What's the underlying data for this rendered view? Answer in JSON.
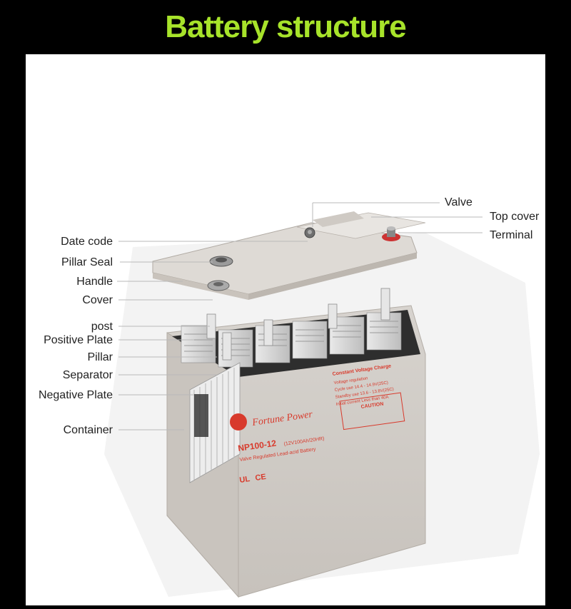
{
  "title": "Battery structure",
  "labels_left": [
    "Date code",
    "Pillar Seal",
    "Handle",
    "Cover",
    "post",
    "Positive Plate",
    "Pillar",
    "Separator",
    "Negative Plate",
    "Container"
  ],
  "labels_right": [
    "Valve",
    "Top cover",
    "Terminal"
  ],
  "battery": {
    "brand": "Fortune Power",
    "model": "NP100-12",
    "model_detail": "(12V100Ah/20HR)",
    "type": "Valve Regulated Lead-acid Battery",
    "spec_title": "Constant Voltage Charge",
    "spec_rows": [
      "Voltage regulation",
      "Cycle use       14.4 - 14.9V(25C)",
      "Standby use     13.6 - 13.8V(25C)",
      "Initial current  Less than 40A"
    ],
    "caution_title": "CAUTION",
    "cert_marks": [
      "UL",
      "CE"
    ]
  },
  "colors": {
    "title": "#a7e32a",
    "background": "#000000",
    "panel": "#ffffff",
    "accent_red": "#d83a2c",
    "leader": "#b9b9b9"
  }
}
